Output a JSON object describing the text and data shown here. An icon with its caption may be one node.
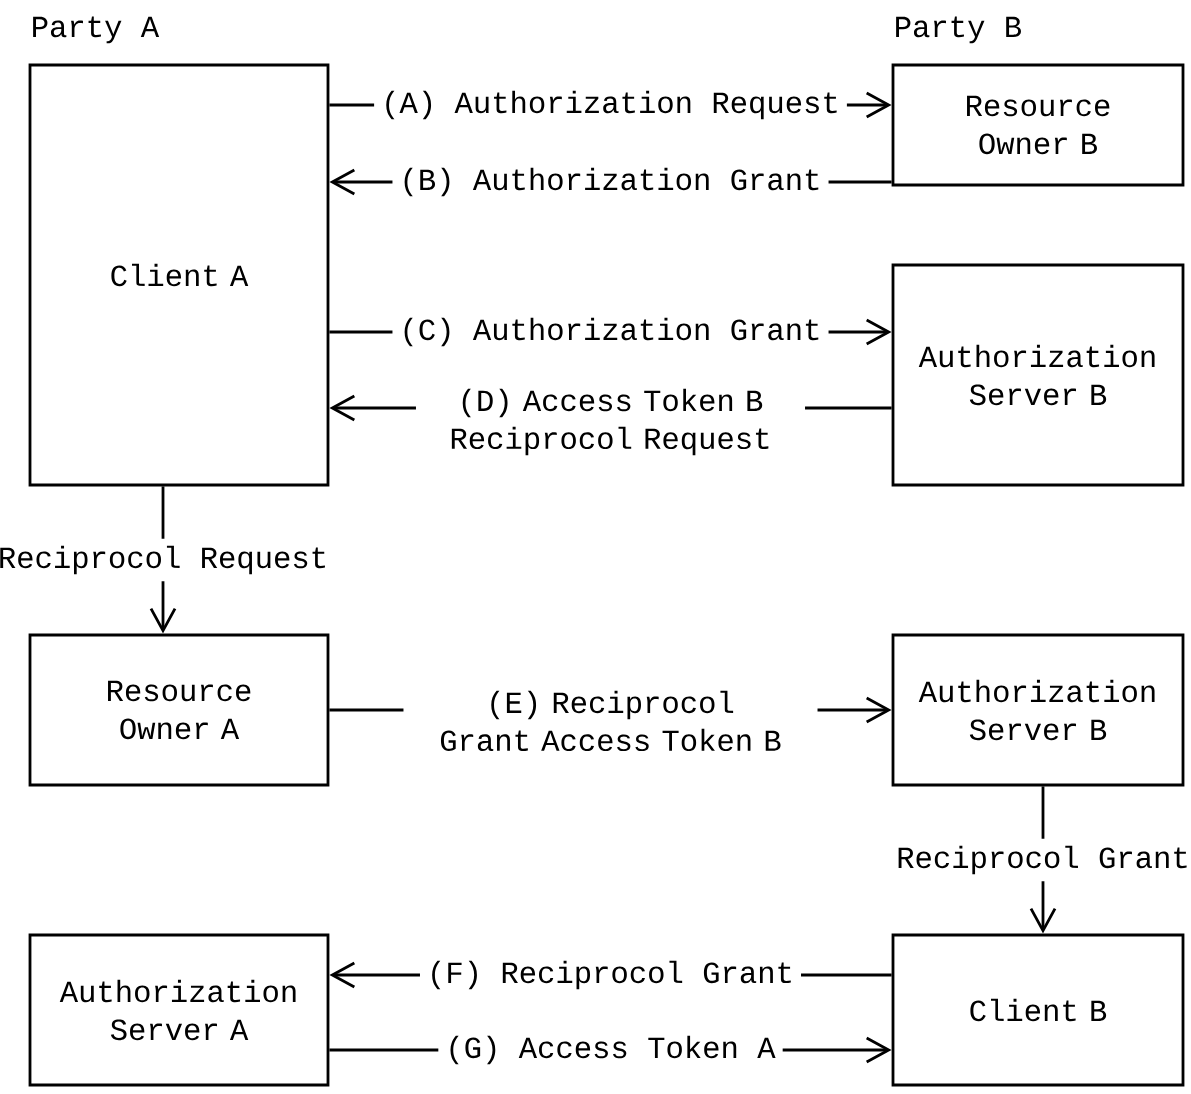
{
  "diagram": {
    "nodes": [
      {
        "text": [
          "Client A"
        ]
      },
      {
        "text": [
          "Resource Owner B"
        ]
      },
      {
        "text": [
          "Authorization Server B"
        ]
      },
      {
        "text": [
          "Resource Owner A"
        ]
      },
      {
        "text": [
          "Authorization Server B"
        ]
      },
      {
        "text": [
          "Authorization Server A"
        ]
      },
      {
        "text": [
          "Client B"
        ]
      }
    ],
    "edges": [
      {
        "from": 0,
        "to": 1,
        "arrow": "to",
        "label": "(A) Authorization Request"
      },
      {
        "from": 1,
        "to": 0,
        "arrow": "to",
        "label": "(B) Authorization Grant"
      },
      {
        "from": 0,
        "to": 2,
        "arrow": "to",
        "label": "(C) Authorization Grant"
      },
      {
        "from": 2,
        "to": 0,
        "arrow": "to",
        "label": "(D) Access Token B Reciprocol Request"
      },
      {
        "from": 0,
        "to": 3,
        "arrow": "to",
        "label": "Reciprocol Request"
      },
      {
        "from": 3,
        "to": 4,
        "arrow": "to",
        "label": "(E) Reciprocol Grant Access Token B"
      },
      {
        "from": 4,
        "to": 6,
        "arrow": "to",
        "label": "Reciprocol Grant"
      },
      {
        "from": 6,
        "to": 5,
        "arrow": "to",
        "label": "(F) Reciprocol Grant"
      },
      {
        "from": 5,
        "to": 6,
        "arrow": "to",
        "label": "(G) Access Token A"
      }
    ],
    "labels": [
      "Party A",
      "Party B"
    ]
  }
}
